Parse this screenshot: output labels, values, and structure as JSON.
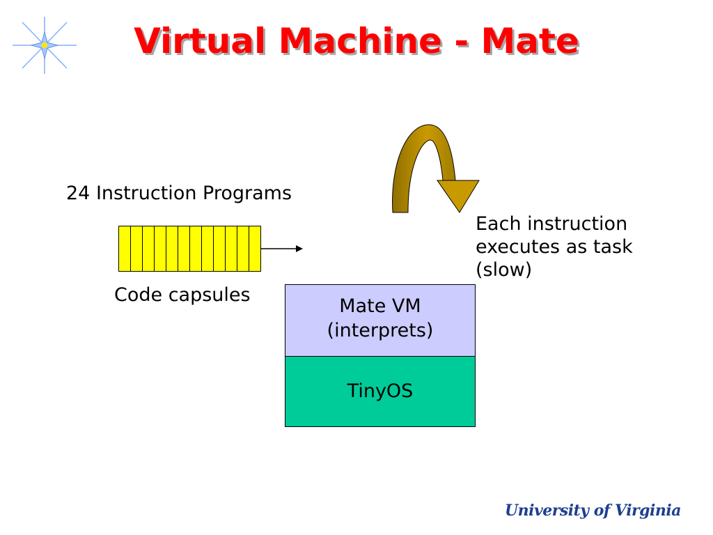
{
  "slide": {
    "title": "Virtual Machine - Mate"
  },
  "diagram": {
    "programs_label": "24 Instruction Programs",
    "capsules_label": "Code capsules",
    "capsule_count": 12,
    "vm_box": {
      "line1": "Mate VM",
      "line2": "(interprets)",
      "color": "#ccccff"
    },
    "os_box": {
      "label": "TinyOS",
      "color": "#00cc99"
    },
    "task_note": {
      "line1": "Each instruction",
      "line2": "executes as task",
      "line3": "(slow)"
    },
    "capsule_color": "#ffff00",
    "loop_arrow_color": "#cc9900"
  },
  "footer": {
    "logo_text": "University of Virginia"
  },
  "decor": {
    "star_icon": "starburst-icon"
  }
}
